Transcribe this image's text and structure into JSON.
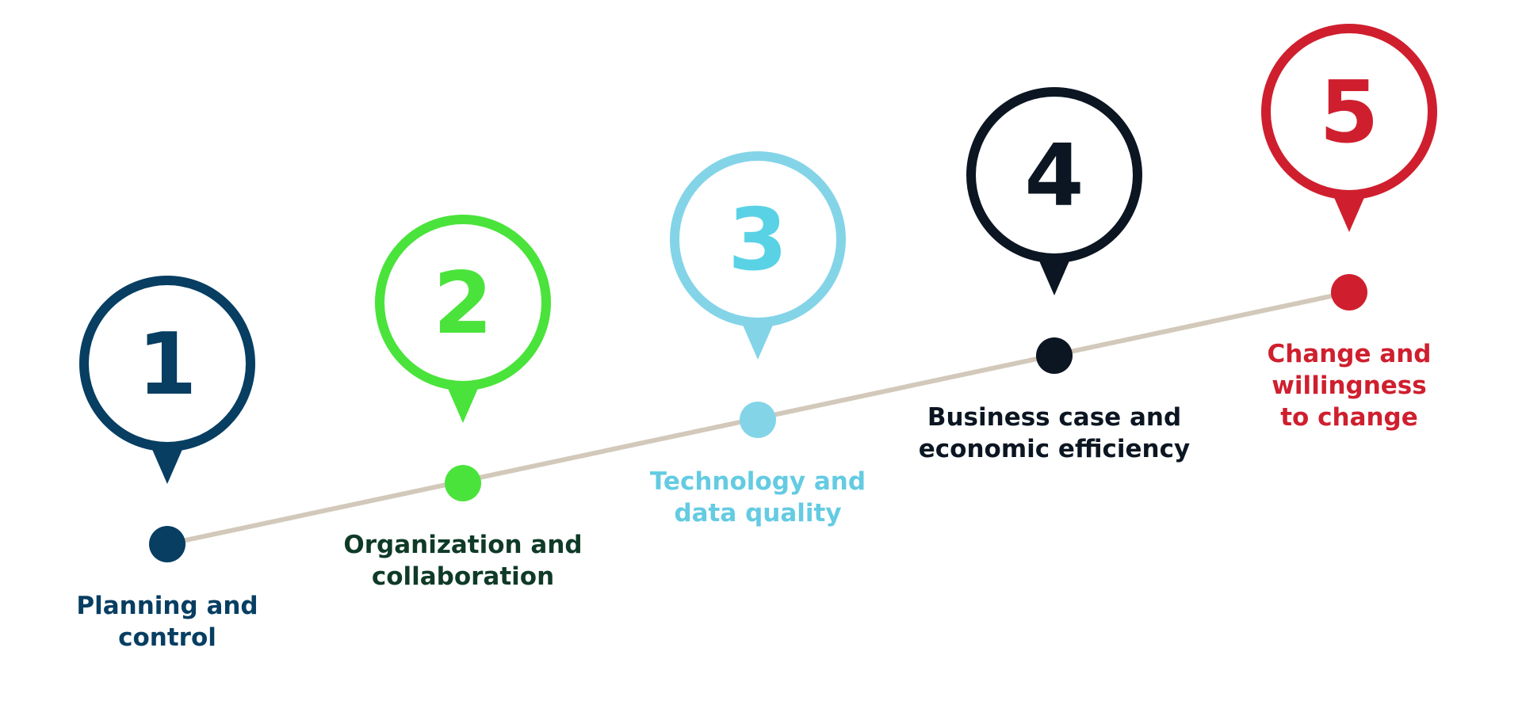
{
  "diagram": {
    "connector_color": "#d2c9bb",
    "steps": [
      {
        "number": "1",
        "label_lines": [
          "Planning and",
          "control"
        ],
        "color": "#073e62"
      },
      {
        "number": "2",
        "label_lines": [
          "Organization and",
          "collaboration"
        ],
        "color": "#4ae33b",
        "label_color": "#0f3a28"
      },
      {
        "number": "3",
        "label_lines": [
          "Technology and",
          "data quality"
        ],
        "color": "#84d4e8",
        "number_color": "#5ad2e6",
        "label_color": "#64cbe2"
      },
      {
        "number": "4",
        "label_lines": [
          "Business case and",
          "economic efficiency"
        ],
        "color": "#0c1622"
      },
      {
        "number": "5",
        "label_lines": [
          "Change and",
          "willingness",
          "to change"
        ],
        "color": "#cf1f2e"
      }
    ]
  }
}
